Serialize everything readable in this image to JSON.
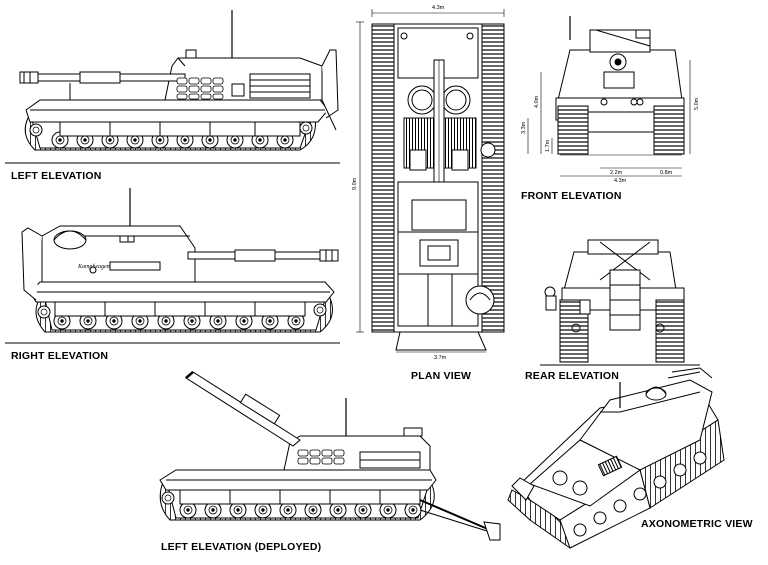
{
  "labels": {
    "left_elevation": "LEFT ELEVATION",
    "right_elevation": "RIGHT ELEVATION",
    "plan_view": "PLAN VIEW",
    "front_elevation": "FRONT ELEVATION",
    "rear_elevation": "REAR ELEVATION",
    "left_elevation_deployed": "LEFT ELEVATION (DEPLOYED)",
    "axonometric_view": "AXONOMETRIC VIEW"
  },
  "dimensions": {
    "plan_width_top": "4.3m",
    "plan_length": "9.0m",
    "plan_width_bottom": "3.7m",
    "front_height_total": "5.0m",
    "front_height_hull": "4.0m",
    "front_height_mid": "3.3m",
    "front_height_low": "1.7m",
    "front_track": "2.2m",
    "front_track_width": "0.8m",
    "front_width": "4.3m"
  }
}
